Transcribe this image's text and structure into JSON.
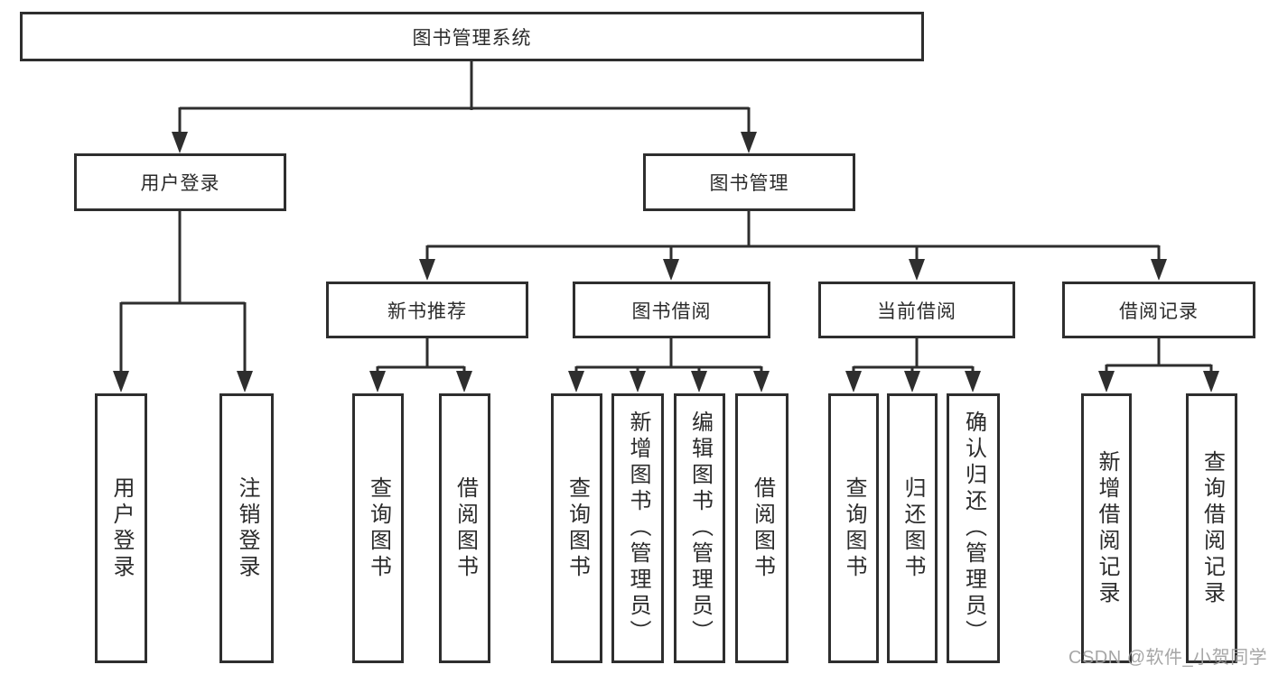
{
  "tree": {
    "label": "图书管理系统",
    "children": [
      {
        "label": "用户登录",
        "children": [
          {
            "label": "用户登录"
          },
          {
            "label": "注销登录"
          }
        ]
      },
      {
        "label": "图书管理",
        "children": [
          {
            "label": "新书推荐",
            "children": [
              {
                "label": "查询图书"
              },
              {
                "label": "借阅图书"
              }
            ]
          },
          {
            "label": "图书借阅",
            "children": [
              {
                "label": "查询图书"
              },
              {
                "label": "新增图书（管理员）"
              },
              {
                "label": "编辑图书（管理员）"
              },
              {
                "label": "借阅图书"
              }
            ]
          },
          {
            "label": "当前借阅",
            "children": [
              {
                "label": "查询图书"
              },
              {
                "label": "归还图书"
              },
              {
                "label": "确认归还（管理员）"
              }
            ]
          },
          {
            "label": "借阅记录",
            "children": [
              {
                "label": "新增借阅记录"
              },
              {
                "label": "查询借阅记录"
              }
            ]
          }
        ]
      }
    ]
  },
  "watermark": {
    "text": "CSDN @软件_小贺同学"
  },
  "colors": {
    "line": "#2e2e2e",
    "box_border": "#2e2e2e",
    "text": "#2b2b2b",
    "watermark": "#9e9e9e",
    "background": "#ffffff"
  }
}
